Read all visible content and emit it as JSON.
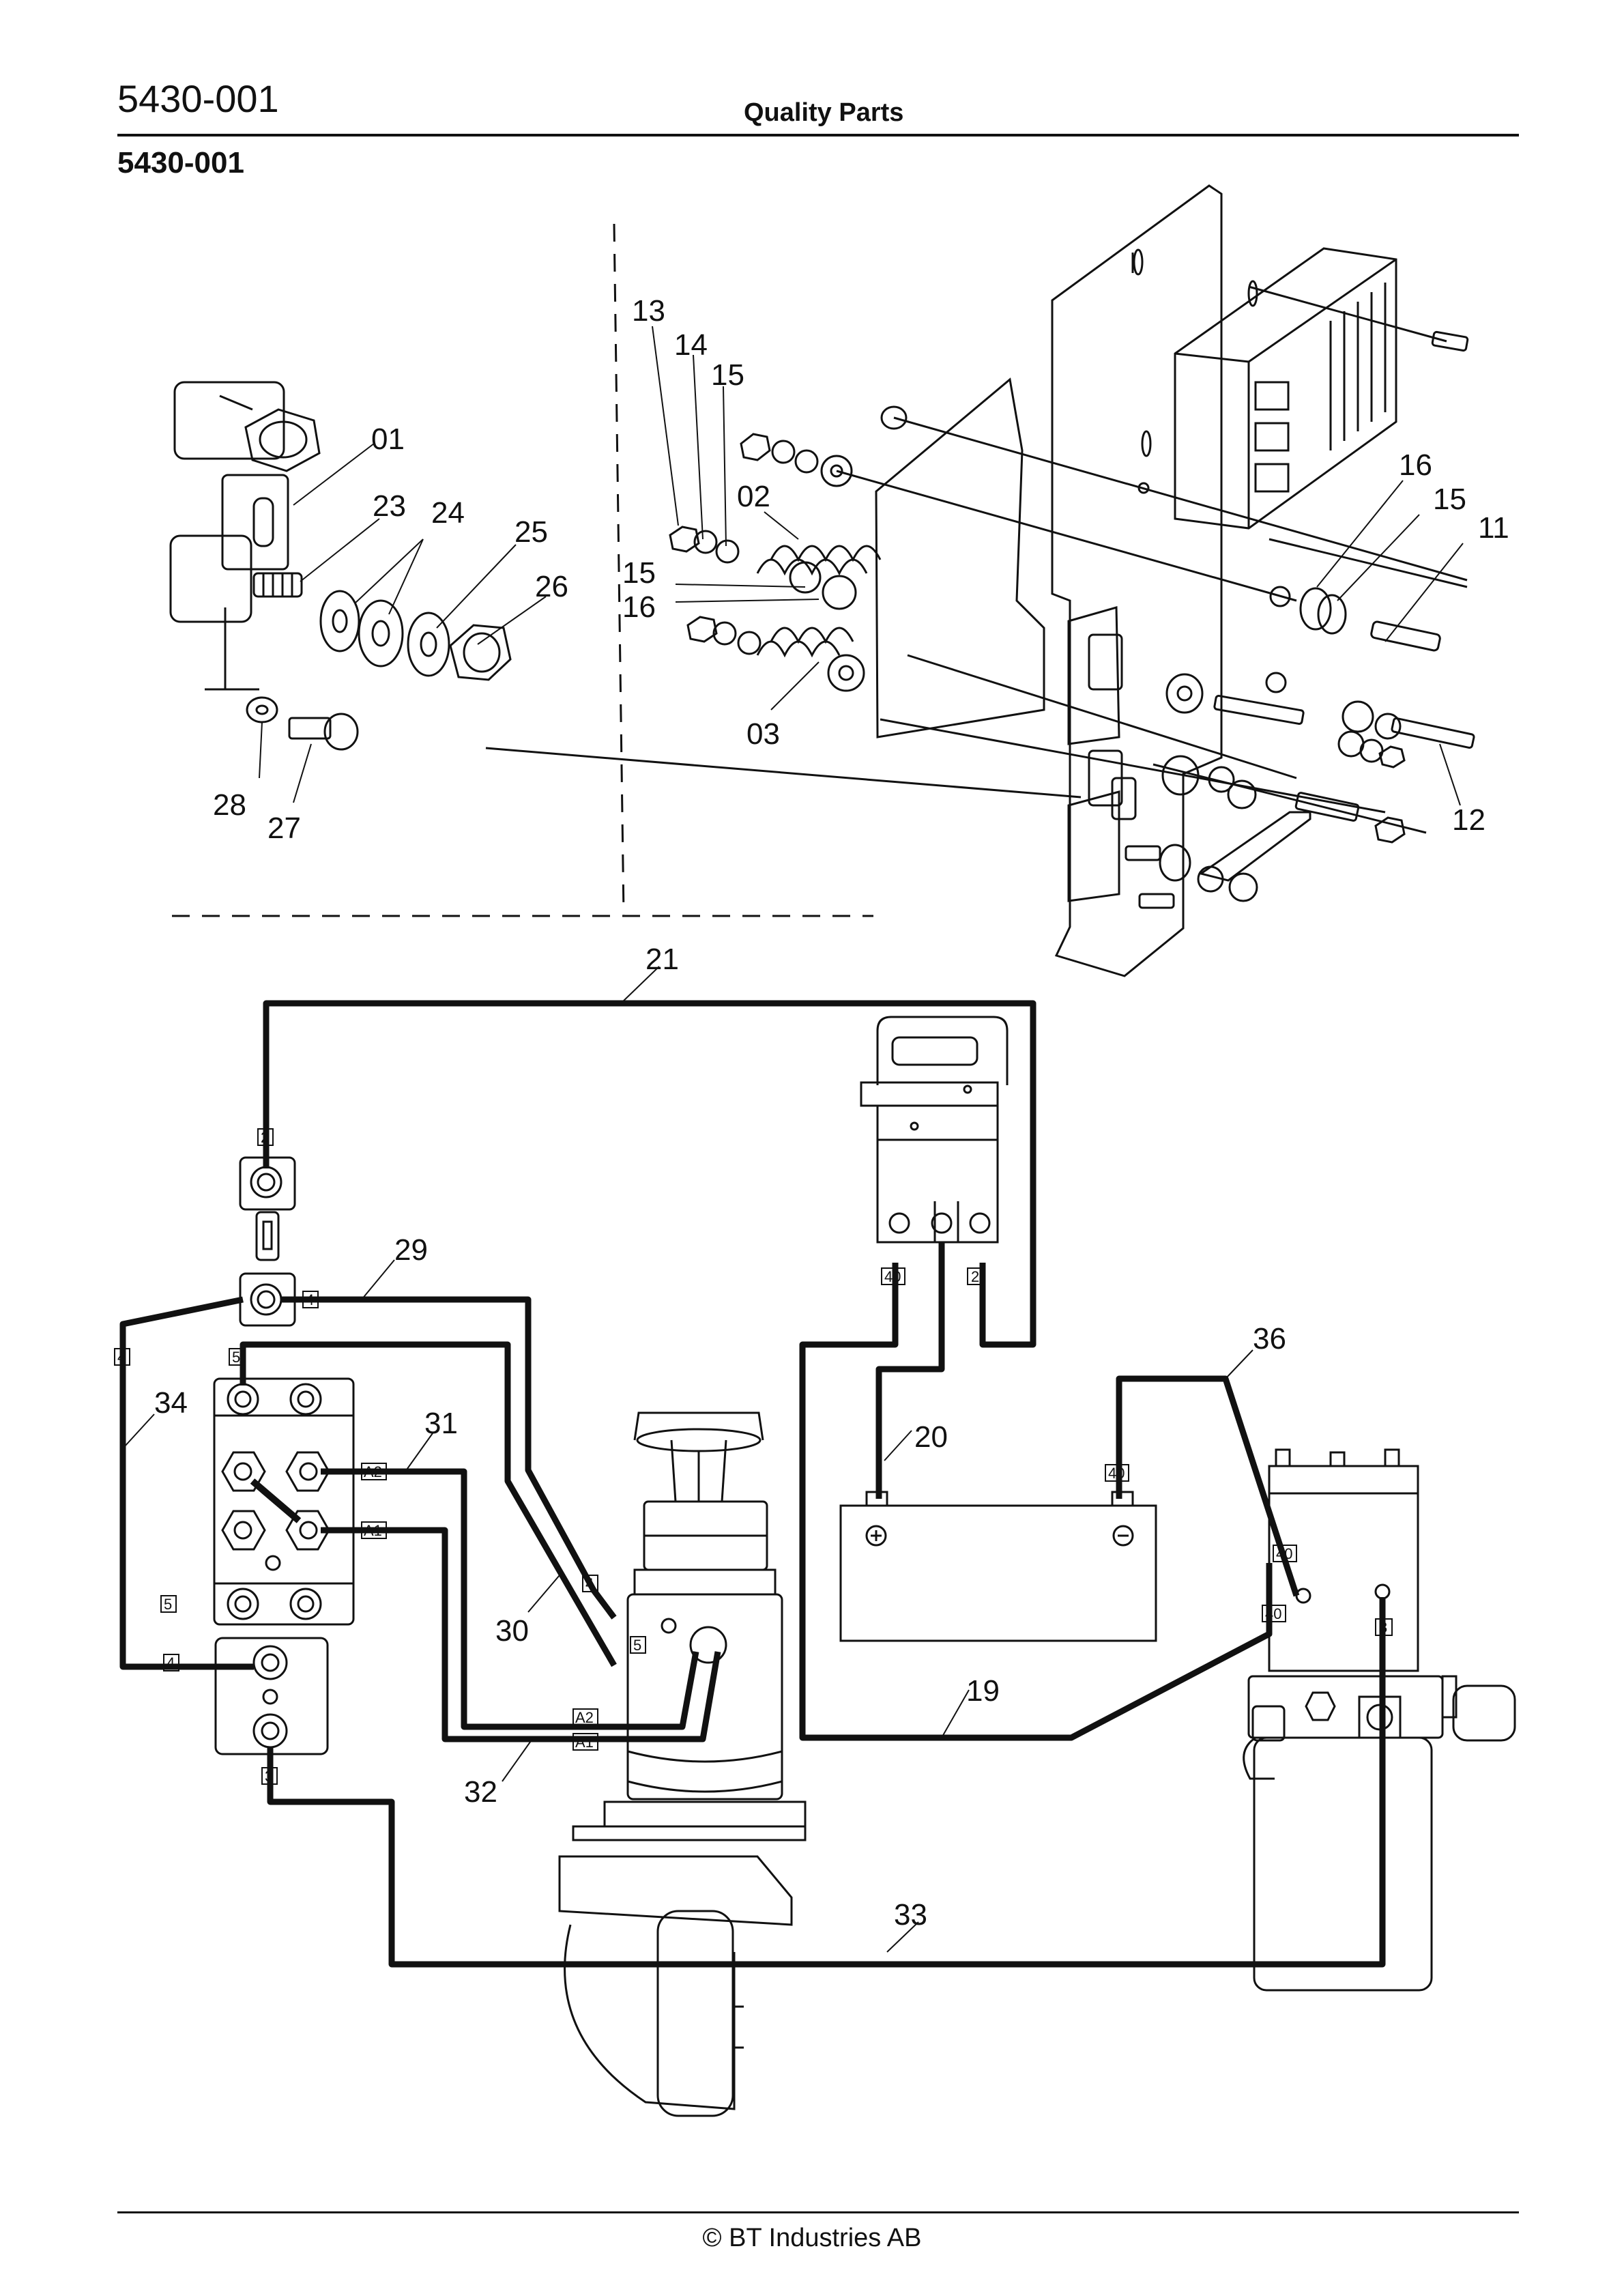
{
  "header": {
    "code": "5430-001",
    "title": "Quality Parts",
    "subtitle": "5430-001"
  },
  "footer": {
    "copyright": "© BT Industries AB"
  },
  "callouts": {
    "c01": "01",
    "c02": "02",
    "c03": "03",
    "c11": "11",
    "c12": "12",
    "c13": "13",
    "c14": "14",
    "c15a": "15",
    "c15b": "15",
    "c15c": "15",
    "c16a": "16",
    "c16b": "16",
    "c19": "19",
    "c20": "20",
    "c21": "21",
    "c23": "23",
    "c24": "24",
    "c25": "25",
    "c26": "26",
    "c27": "27",
    "c28": "28",
    "c29": "29",
    "c30": "30",
    "c31": "31",
    "c32": "32",
    "c33": "33",
    "c34": "34",
    "c36": "36"
  },
  "terminal_labels": {
    "t2_fuse": "2",
    "t4_fuse": "4",
    "t4_left": "4",
    "t5_top": "5",
    "t5_left": "5",
    "tA2_contactor": "A2",
    "tA1_contactor": "A1",
    "t4_bottom": "4",
    "t3_bottom": "3",
    "t4_motor": "4",
    "t5_motor": "5",
    "tA2_motor": "A2",
    "tA1_motor": "A1",
    "t40_plug": "40",
    "t2_plug": "2",
    "t40_battery": "40",
    "t40_pump_a": "40",
    "t40_pump_b": "40",
    "t3_pump": "3"
  }
}
